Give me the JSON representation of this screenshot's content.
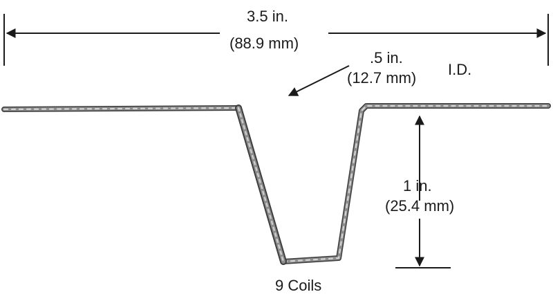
{
  "diagram": {
    "length_label": "3.5 in.",
    "length_metric": "(88.9 mm)",
    "id_label": ".5 in.",
    "id_metric": "(12.7 mm)",
    "id_suffix": "I.D.",
    "height_label": "1 in.",
    "height_metric": "(25.4 mm)",
    "coils_label": "9 Coils",
    "coil_count": 9
  },
  "colors": {
    "wire_dark": "#3d3d3d",
    "wire_mid": "#8c8c8c",
    "wire_light": "#d4d4d4",
    "ink": "#1a1a1a"
  }
}
